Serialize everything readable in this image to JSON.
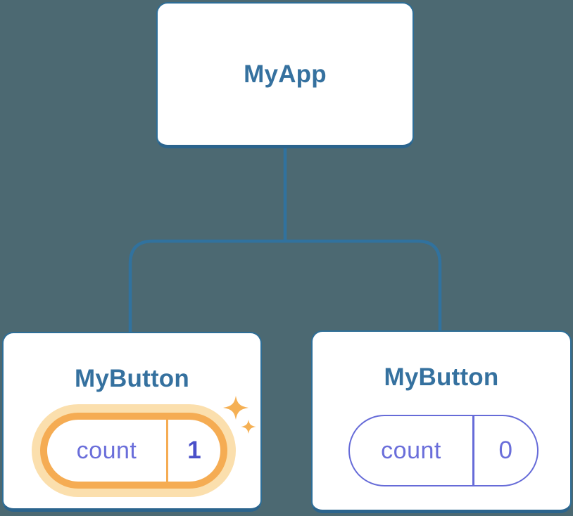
{
  "diagram": {
    "description": "React component tree with state update",
    "root": {
      "label": "MyApp"
    },
    "children": [
      {
        "label": "MyButton",
        "state_key": "count",
        "state_value": "1",
        "highlighted": true
      },
      {
        "label": "MyButton",
        "state_key": "count",
        "state_value": "0",
        "highlighted": false
      }
    ]
  },
  "colors": {
    "background": "#4C6972",
    "card_fill": "#FFFFFF",
    "card_border": "#2E6E97",
    "card_border_bottom": "#2B648D",
    "connector_line": "#31729E",
    "title_text": "#35719F",
    "state_key_text": "#6A6EDA",
    "state_value_text": "#6A6EDA",
    "state_value_updated_text": "#4A50C9",
    "highlight_ring": "#F5AC53",
    "highlight_glow": "#FBDFAD",
    "sparkle": "#F5B054"
  },
  "icons": {
    "sparkle_large": "sparkle-icon",
    "sparkle_small": "sparkle-icon"
  }
}
